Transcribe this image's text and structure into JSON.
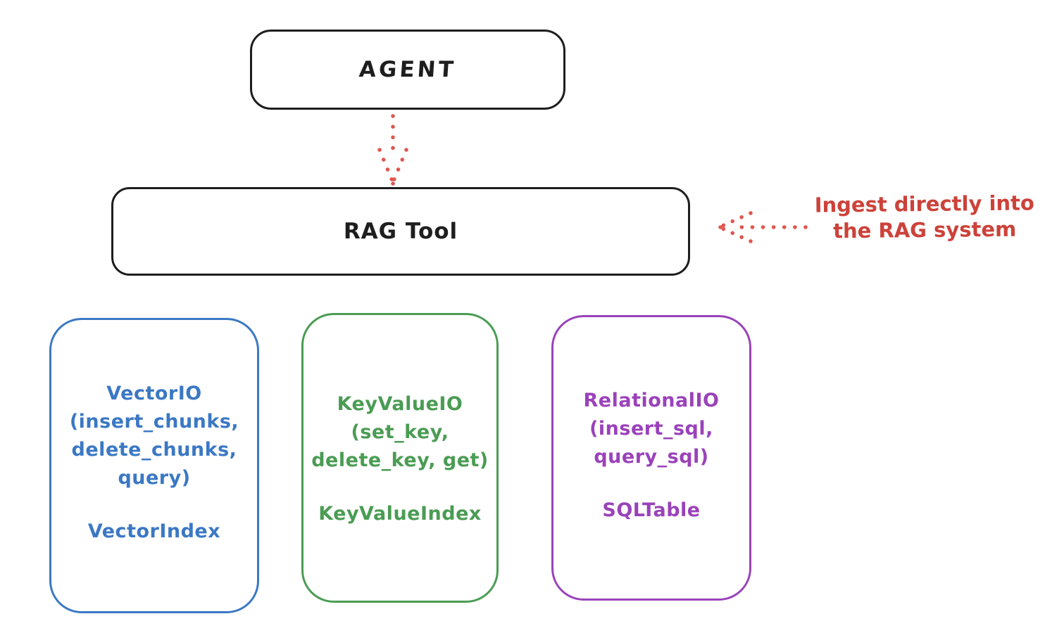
{
  "nodes": {
    "agent": {
      "label": "AGENT"
    },
    "rag_tool": {
      "label": "RAG Tool"
    }
  },
  "annotation": {
    "lines": [
      "Ingest directly into",
      "the RAG system"
    ],
    "color": "#cc423a"
  },
  "arrows": [
    {
      "name": "agent-to-rag-dotted-arrow",
      "direction": "down",
      "style": "dotted",
      "color": "#e0564e"
    },
    {
      "name": "annotation-to-rag-dotted-arrow",
      "direction": "left",
      "style": "dotted",
      "color": "#e0564e"
    }
  ],
  "backends": [
    {
      "name": "VectorIO",
      "color": "#3b78c4",
      "lines": [
        "VectorIO",
        "(insert_chunks,",
        "delete_chunks,",
        "query)"
      ],
      "index_label": "VectorIndex"
    },
    {
      "name": "KeyValueIO",
      "color": "#4a9c53",
      "lines": [
        "KeyValueIO",
        "(set_key,",
        "delete_key, get)"
      ],
      "index_label": "KeyValueIndex"
    },
    {
      "name": "RelationalIO",
      "color": "#9a42ba",
      "lines": [
        "RelationalIO",
        "(insert_sql,",
        "query_sql)"
      ],
      "index_label": "SQLTable"
    }
  ],
  "colors": {
    "node_stroke": "#1e1e1e",
    "background": "#ffffff"
  }
}
